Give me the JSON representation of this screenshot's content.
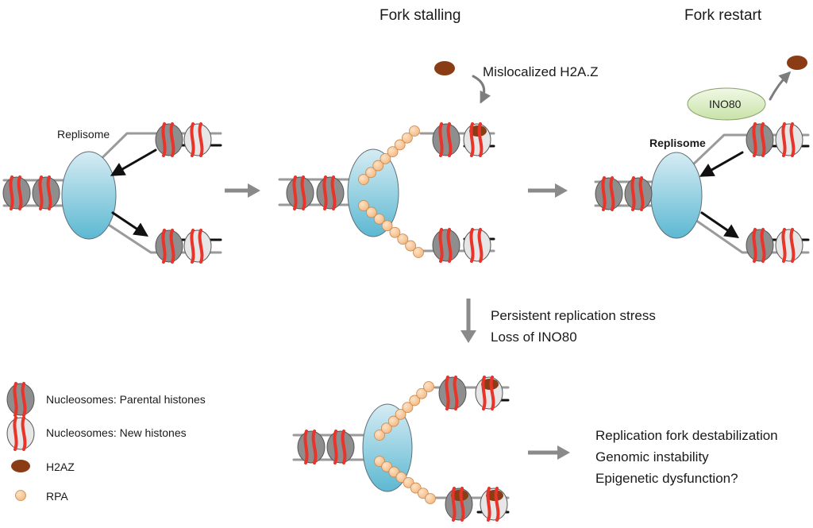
{
  "headers": {
    "fork_stalling": "Fork stalling",
    "fork_restart": "Fork restart"
  },
  "labels": {
    "replisome_1": "Replisome",
    "replisome_2": "Replisome",
    "mislocalized": "Mislocalized H2A.Z",
    "ino80": "INO80",
    "persistent_stress": "Persistent replication stress",
    "loss_ino80": "Loss of INO80"
  },
  "outcomes": [
    "Replication fork destabilization",
    "Genomic instability",
    "Epigenetic dysfunction?"
  ],
  "legend": [
    {
      "key": "parental",
      "label": "Nucleosomes: Parental histones"
    },
    {
      "key": "new",
      "label": "Nucleosomes: New histones"
    },
    {
      "key": "h2az",
      "label": "H2AZ"
    },
    {
      "key": "rpa",
      "label": "RPA"
    }
  ],
  "colors": {
    "parental_histone": "#8e8e8e",
    "new_histone": "#e6e6e6",
    "histone_band": "#e8342a",
    "h2az": "#8a3d14",
    "rpa": "#f2b37a",
    "replisome_top": "#d6ecf3",
    "replisome_bottom": "#5cb8d2",
    "ino80_fill": "#c9e2a8",
    "arrow_gray": "#8a8a8a",
    "dna_gray": "#9a9a9a",
    "dna_black": "#111111"
  }
}
